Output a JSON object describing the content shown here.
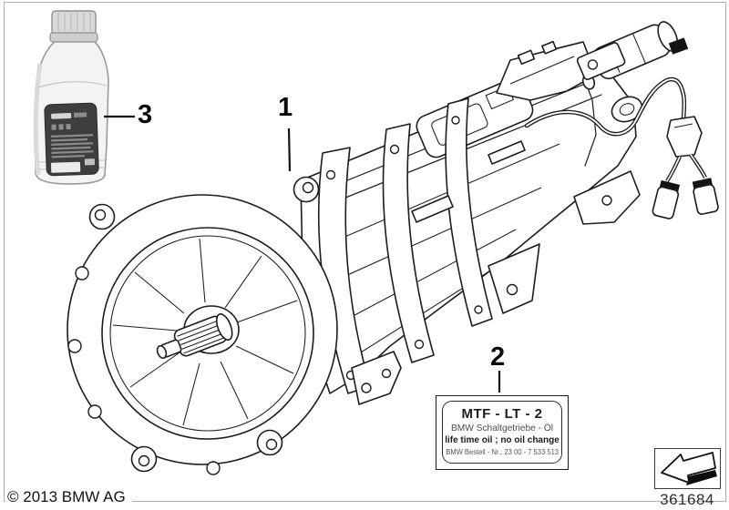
{
  "page": {
    "background": "#ffffff",
    "panel_border_color": "#b0b0b0",
    "line_color": "#1c1c1c"
  },
  "callouts": [
    {
      "id": "1",
      "label": "1",
      "points_to": "manual gearbox"
    },
    {
      "id": "2",
      "label": "2",
      "points_to": "oil specification label"
    },
    {
      "id": "3",
      "label": "3",
      "points_to": "gear oil bottle"
    }
  ],
  "oil_spec_label": {
    "title": "MTF - LT - 2",
    "subtitle": "BMW Schaltgetriebe - Öl",
    "note": "life time oil ; no oil change",
    "order_number": "BMW Bestell - Nr.: 23 00 - 7 533 513"
  },
  "footer": {
    "copyright": "© 2013 BMW AG",
    "part_number": "361684"
  },
  "icons": [
    {
      "name": "back-arrow-icon",
      "shape": "3D ribbon arrow pointing lower-left"
    },
    {
      "name": "oil-bottle-icon",
      "shape": "grayscale 1L oil bottle with dark label"
    }
  ],
  "illustration": {
    "subject_colors": {
      "line": "#1c1c1c",
      "bottle_body": "#f3f3f3",
      "bottle_label": "#3e3e3e"
    }
  }
}
